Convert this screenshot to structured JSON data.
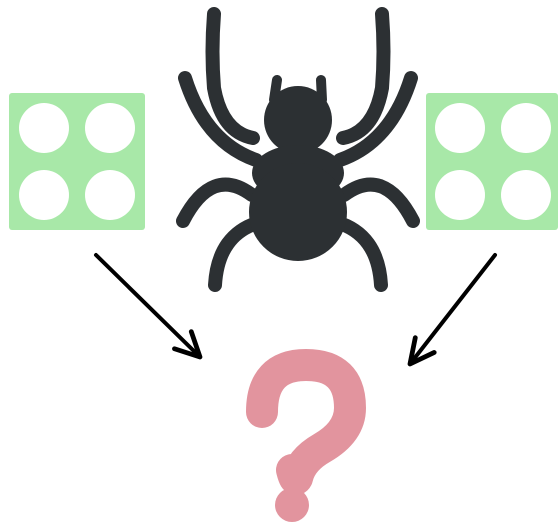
{
  "diagram": {
    "left_tile": {
      "icon": "four-dot-tile-icon",
      "dot_count": 4
    },
    "right_tile": {
      "icon": "four-dot-tile-icon",
      "dot_count": 4
    },
    "center": {
      "icon": "spider-icon"
    },
    "result": {
      "icon": "question-mark-icon"
    },
    "arrows": [
      "left-tile-to-result",
      "right-tile-to-result"
    ]
  },
  "colors": {
    "tile": "#a8e8a8",
    "dot": "#ffffff",
    "spider": "#2c3033",
    "arrow": "#000000",
    "question": "#e2949e",
    "background": "#ffffff"
  }
}
